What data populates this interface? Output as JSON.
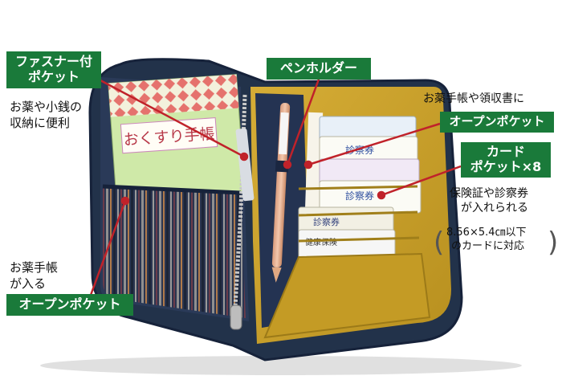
{
  "colors": {
    "pouch": "#22324a",
    "lining": "#c9a02a",
    "label_green": "#1a7a3a",
    "leader_red": "#c0222a",
    "card_sleeve": "#cfe9a8"
  },
  "illustration": {
    "booklet_title": "おくすり手帳",
    "cards": [
      "診察券",
      "診察券",
      "診察券",
      "健康保険"
    ]
  },
  "callouts": {
    "zip_pocket": {
      "label_lines": [
        "ファスナー付",
        "ポケット"
      ],
      "note_lines": [
        "お薬や小銭の",
        "収納に便利"
      ]
    },
    "pen_holder": {
      "label": "ペンホルダー"
    },
    "open_pocket_right": {
      "lead": "お薬手帳や領収書に",
      "label": "オープンポケット"
    },
    "card_pockets": {
      "label_lines": [
        "カード",
        "ポケット×8"
      ],
      "note_lines": [
        "保険証や診察券",
        "が入れられる"
      ],
      "size_lines": [
        "8.56×5.4㎝以下",
        "のカードに対応"
      ]
    },
    "open_pocket_left": {
      "note_lines": [
        "お薬手帳",
        "が入る"
      ],
      "label": "オープンポケット"
    }
  }
}
